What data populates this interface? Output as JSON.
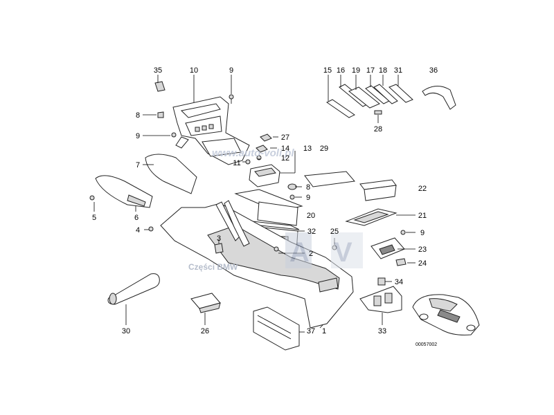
{
  "diagram": {
    "labels": [
      {
        "id": "l35",
        "text": "35"
      },
      {
        "id": "l10",
        "text": "10"
      },
      {
        "id": "l9a",
        "text": "9"
      },
      {
        "id": "l15",
        "text": "15"
      },
      {
        "id": "l16",
        "text": "16"
      },
      {
        "id": "l19",
        "text": "19"
      },
      {
        "id": "l17",
        "text": "17"
      },
      {
        "id": "l18",
        "text": "18"
      },
      {
        "id": "l31",
        "text": "31"
      },
      {
        "id": "l36",
        "text": "36"
      },
      {
        "id": "l8a",
        "text": "8"
      },
      {
        "id": "l9b",
        "text": "9"
      },
      {
        "id": "l27",
        "text": "27"
      },
      {
        "id": "l14",
        "text": "14"
      },
      {
        "id": "l13",
        "text": "13"
      },
      {
        "id": "l29",
        "text": "29"
      },
      {
        "id": "l28",
        "text": "28"
      },
      {
        "id": "l11",
        "text": "11"
      },
      {
        "id": "l12",
        "text": "12"
      },
      {
        "id": "l7",
        "text": "7"
      },
      {
        "id": "l8b",
        "text": "8"
      },
      {
        "id": "l9c",
        "text": "9"
      },
      {
        "id": "l22",
        "text": "22"
      },
      {
        "id": "l5",
        "text": "5"
      },
      {
        "id": "l6",
        "text": "6"
      },
      {
        "id": "l20",
        "text": "20"
      },
      {
        "id": "l21",
        "text": "21"
      },
      {
        "id": "l4",
        "text": "4"
      },
      {
        "id": "l32",
        "text": "32"
      },
      {
        "id": "l25",
        "text": "25"
      },
      {
        "id": "l9d",
        "text": "9"
      },
      {
        "id": "l3",
        "text": "3"
      },
      {
        "id": "l23",
        "text": "23"
      },
      {
        "id": "l2",
        "text": "2"
      },
      {
        "id": "l24",
        "text": "24"
      },
      {
        "id": "l34",
        "text": "34"
      },
      {
        "id": "l30",
        "text": "30"
      },
      {
        "id": "l26",
        "text": "26"
      },
      {
        "id": "l37",
        "text": "37"
      },
      {
        "id": "l1",
        "text": "1"
      },
      {
        "id": "l33",
        "text": "33"
      }
    ],
    "drawing_number": "00057002"
  },
  "watermarks": {
    "site": "www.auto-voli.pl",
    "caption": "Części BMW"
  },
  "colors": {
    "line": "#222222",
    "watermark": "#bfc7d8"
  }
}
